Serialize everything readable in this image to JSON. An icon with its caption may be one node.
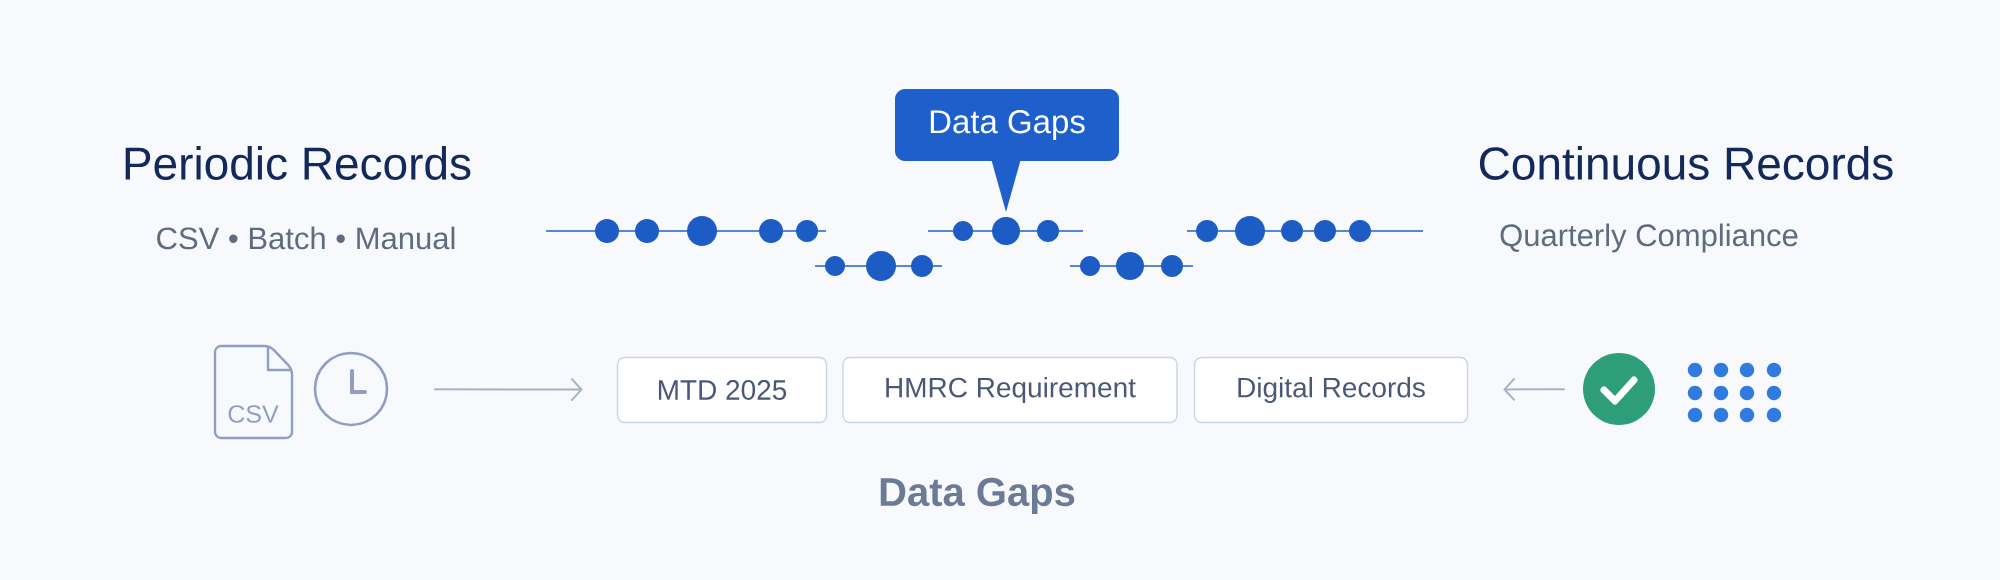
{
  "diagram": {
    "nodes": [
      {
        "text": [
          "Data Gaps"
        ]
      },
      {
        "text": [
          "MTD 2025"
        ]
      },
      {
        "text": [
          "HMRC Requirement"
        ]
      },
      {
        "text": [
          "Digital Records"
        ]
      },
      {
        "text": [
          "CSV"
        ]
      },
      {
        "text": [],
        "shape": "circle"
      },
      {
        "text": [],
        "shape": "circle"
      }
    ],
    "edges": [
      {
        "from": 5,
        "to": 1,
        "arrow": "to"
      },
      {
        "from": 6,
        "to": 3,
        "arrow": "to"
      }
    ],
    "labels": [
      "Periodic Records",
      "Continuous Records",
      "CSV • Batch • Manual",
      "Quarterly Compliance",
      "Data Gaps"
    ]
  }
}
